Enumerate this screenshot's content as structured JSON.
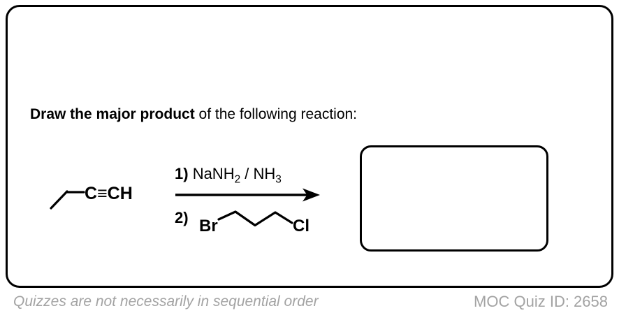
{
  "colors": {
    "ink": "#000000",
    "muted_gray": "#a3a3a3",
    "background": "#ffffff"
  },
  "question": {
    "prompt_bold": "Draw the major product",
    "prompt_rest": " of the following reaction:"
  },
  "reaction": {
    "substrate": {
      "label": "C≡CH"
    },
    "step1": {
      "num": "1) ",
      "reagent_main": "NaNH",
      "reagent_sub1": "2",
      "reagent_mid": " / NH",
      "reagent_sub2": "3"
    },
    "step2": {
      "num": "2)",
      "atom_left": "Br",
      "atom_right": "Cl"
    }
  },
  "footer": {
    "note": "Quizzes are not necessarily in sequential order",
    "quiz_id": "MOC Quiz ID: 2658"
  }
}
